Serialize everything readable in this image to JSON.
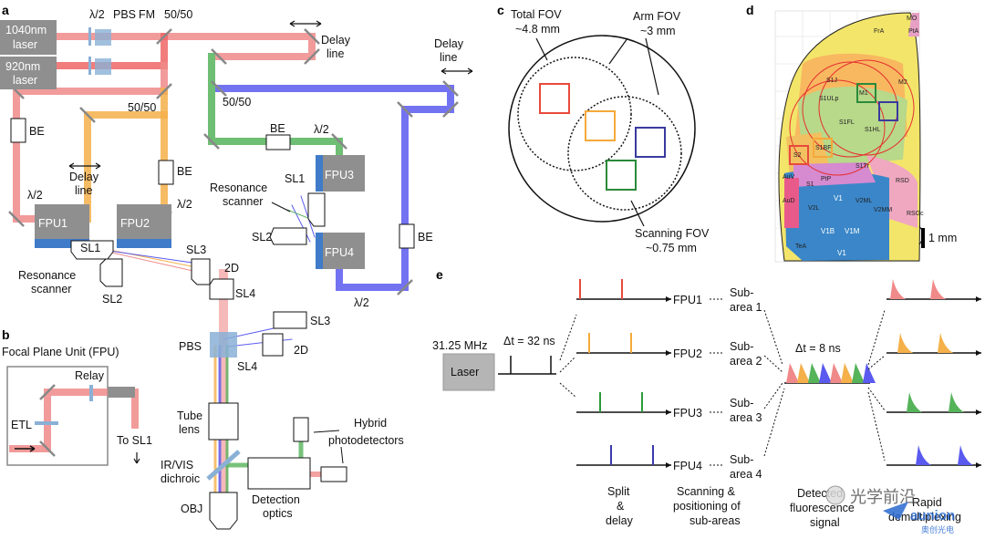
{
  "panels": {
    "a": "a",
    "b": "b",
    "c": "c",
    "d": "d",
    "e": "e"
  },
  "colors": {
    "laser1040": "#f08a8a",
    "laser920": "#ef5b5b",
    "green": "#55b35a",
    "blue": "#5a5af0",
    "orange": "#f5b04a",
    "fpuBar": "#3f7bc8",
    "fpuBox": "#8f8f8f"
  },
  "a": {
    "lasers": [
      "1040nm",
      "laser",
      "920nm",
      "laser"
    ],
    "top": {
      "half_wave": "λ/2",
      "pbs": "PBS",
      "fm": "FM",
      "splitter": "50/50"
    },
    "delay1": [
      "Delay",
      "line"
    ],
    "delay2": [
      "Delay",
      "line"
    ],
    "delay3": [
      "Delay",
      "line"
    ],
    "splitter2": "50/50",
    "splitter3": "50/50",
    "be": "BE",
    "half_wave": "λ/2",
    "fpu": [
      "FPU1",
      "FPU2",
      "FPU3",
      "FPU4"
    ],
    "sl": [
      "SL1",
      "SL2",
      "SL3",
      "SL4"
    ],
    "resonance": [
      "Resonance",
      "scanner"
    ],
    "twoD": "2D",
    "pbs": "PBS",
    "tube": [
      "Tube",
      "lens"
    ],
    "dichroic": [
      "IR/VIS",
      "dichroic"
    ],
    "obj": "OBJ",
    "detection": [
      "Detection",
      "optics"
    ],
    "hybrid": [
      "Hybrid",
      "photodetectors"
    ]
  },
  "b": {
    "title": "Focal Plane Unit (FPU)",
    "relay": "Relay",
    "etl": "ETL",
    "to_sl1": "To SL1"
  },
  "c": {
    "total": [
      "Total FOV",
      "~4.8 mm"
    ],
    "arm": [
      "Arm FOV",
      "~3 mm"
    ],
    "scanning": [
      "Scanning FOV",
      "~0.75 mm"
    ]
  },
  "d": {
    "scale": "1 mm",
    "regions": [
      "FrA",
      "MO",
      "PtA",
      "M2",
      "M1",
      "S1J",
      "S1ULp",
      "S1FL",
      "S1HL",
      "S1BF",
      "S2",
      "S1Tr",
      "RSD",
      "V1",
      "V2ML",
      "V2MM",
      "V1B",
      "V1M",
      "V2L",
      "AuV",
      "AuD",
      "S1",
      "PtP",
      "TeA",
      "RSGc",
      "V1"
    ]
  },
  "e": {
    "freq": "31.25 MHz",
    "laser": "Laser",
    "dt1": "Δt = 32 ns",
    "fpus": [
      "FPU1",
      "FPU2",
      "FPU3",
      "FPU4"
    ],
    "subareas": [
      [
        "Sub-",
        "area 1"
      ],
      [
        "Sub-",
        "area 2"
      ],
      [
        "Sub-",
        "area 3"
      ],
      [
        "Sub-",
        "area 4"
      ]
    ],
    "dt2": "Δt = 8 ns",
    "split": [
      "Split",
      "&",
      "delay"
    ],
    "scanning": [
      "Scanning &",
      "positioning of",
      "sub-areas"
    ],
    "detected": [
      "Detected",
      "fluorescence",
      "signal"
    ],
    "rapid": [
      "Rapid",
      "demultiplexing"
    ]
  },
  "watermark": {
    "cn": "光学前沿",
    "brand": "aunion",
    "brand_cn": "奥创光电"
  }
}
